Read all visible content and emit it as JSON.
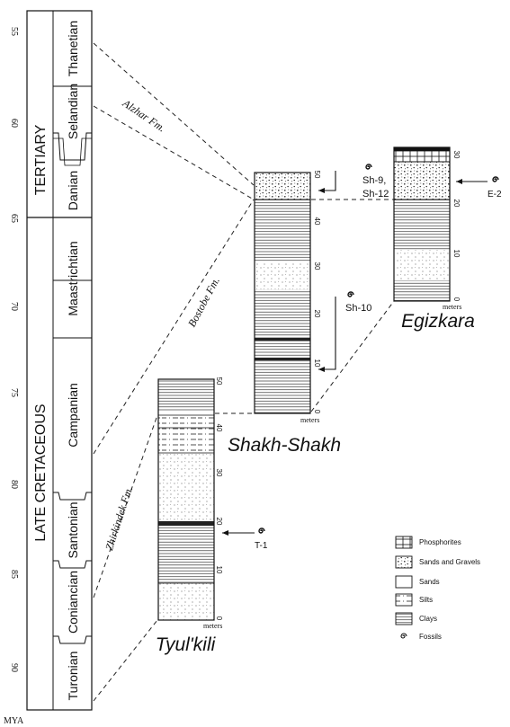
{
  "timescale": {
    "mya_label": "MYA",
    "ticks": [
      "55",
      "60",
      "65",
      "70",
      "75",
      "80",
      "85",
      "90"
    ],
    "eras": [
      {
        "name": "TERTIARY"
      },
      {
        "name": "LATE CRETACEOUS"
      }
    ],
    "stages": [
      {
        "name": "Thanetian"
      },
      {
        "name": "Selandian"
      },
      {
        "name": "Danian"
      },
      {
        "name": "Maastrichtian"
      },
      {
        "name": "Campanian"
      },
      {
        "name": "Santonian"
      },
      {
        "name": "Coniancian"
      },
      {
        "name": "Turonian"
      }
    ]
  },
  "formations": [
    "Alzhar Fm.",
    "Bostobe Fm.",
    "Zhirkindek Fm."
  ],
  "sections": {
    "tyulkili": {
      "name": "Tyul'kili",
      "units": "meters",
      "ticks": [
        "0",
        "10",
        "20",
        "30",
        "40",
        "50"
      ],
      "sample": "T-1"
    },
    "shakh": {
      "name": "Shakh-Shakh",
      "units": "meters",
      "ticks": [
        "0",
        "10",
        "20",
        "30",
        "40",
        "50"
      ],
      "samples": [
        "Sh-10",
        "Sh-9,",
        "Sh-12"
      ]
    },
    "egiz": {
      "name": "Egizkara",
      "units": "meters",
      "ticks": [
        "0",
        "10",
        "20",
        "30"
      ],
      "sample": "E-2"
    }
  },
  "legend": [
    {
      "label": "Phosphorites",
      "icon": "phosphorite-pattern-icon"
    },
    {
      "label": "Sands and Gravels",
      "icon": "sand-gravel-pattern-icon"
    },
    {
      "label": "Sands",
      "icon": "sand-pattern-icon"
    },
    {
      "label": "Silts",
      "icon": "silt-pattern-icon"
    },
    {
      "label": "Clays",
      "icon": "clay-pattern-icon"
    },
    {
      "label": "Fossils",
      "icon": "fossil-spiral-icon"
    }
  ]
}
